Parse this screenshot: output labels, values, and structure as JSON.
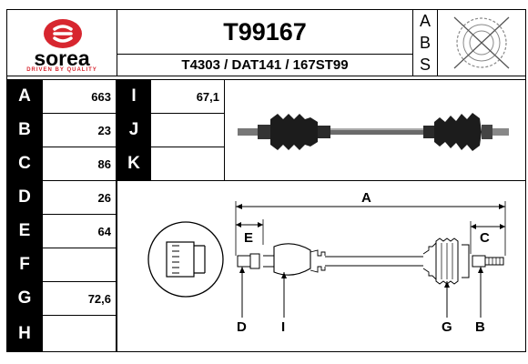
{
  "logo": {
    "brand": "sorea",
    "tagline": "DRIVEN BY QUALITY",
    "color": "#d7262f"
  },
  "header": {
    "part_number": "T99167",
    "cross_refs": "T4303 / DAT141 / 167ST99",
    "abs_letters": [
      "A",
      "B",
      "S"
    ],
    "abs_icon": "no-abs-ring-icon"
  },
  "specs_left": [
    {
      "label": "A",
      "value": "663"
    },
    {
      "label": "B",
      "value": "23"
    },
    {
      "label": "C",
      "value": "86"
    },
    {
      "label": "D",
      "value": "26"
    },
    {
      "label": "E",
      "value": "64"
    },
    {
      "label": "F",
      "value": ""
    },
    {
      "label": "G",
      "value": "72,6"
    },
    {
      "label": "H",
      "value": ""
    }
  ],
  "specs_mid": [
    {
      "label": "I",
      "value": "67,1"
    },
    {
      "label": "J",
      "value": ""
    },
    {
      "label": "K",
      "value": ""
    }
  ],
  "diagram": {
    "dim_labels": {
      "A": "A",
      "E": "E",
      "C": "C",
      "D": "D",
      "I": "I",
      "G": "G",
      "B": "B"
    }
  }
}
